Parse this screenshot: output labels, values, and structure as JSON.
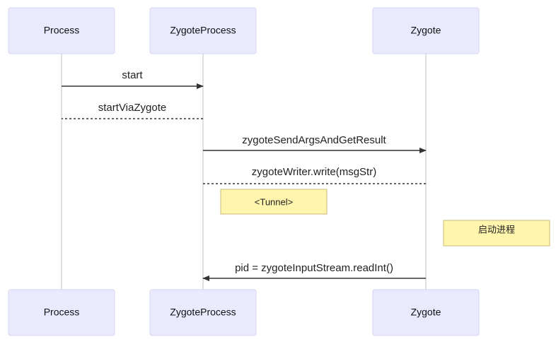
{
  "actors": [
    {
      "id": "process",
      "label": "Process"
    },
    {
      "id": "zygoteprocess",
      "label": "ZygoteProcess"
    },
    {
      "id": "zygote",
      "label": "Zygote"
    }
  ],
  "messages": [
    {
      "from": "process",
      "to": "zygoteprocess",
      "label": "start",
      "style": "solid",
      "arrow": true
    },
    {
      "from": "zygoteprocess",
      "to": "process",
      "label": "startViaZygote",
      "style": "dashed",
      "arrow": false
    },
    {
      "from": "zygoteprocess",
      "to": "zygote",
      "label": "zygoteSendArgsAndGetResult",
      "style": "solid",
      "arrow": true
    },
    {
      "from": "zygote",
      "to": "zygoteprocess",
      "label": "zygoteWriter.write(msgStr)",
      "style": "dashed",
      "arrow": false
    },
    {
      "from": "zygote",
      "to": "zygoteprocess",
      "label": "pid = zygoteInputStream.readInt()",
      "style": "solid",
      "arrow": true
    }
  ],
  "notes": [
    {
      "label": "<Tunnel>"
    },
    {
      "label": "启动进程"
    }
  ],
  "colors": {
    "actor_fill": "#eaeaff",
    "actor_stroke": "#d4d4f0",
    "note_fill": "#fff5ad",
    "note_stroke": "#c9b97a",
    "line": "#333333",
    "lifeline": "#cccccc"
  }
}
